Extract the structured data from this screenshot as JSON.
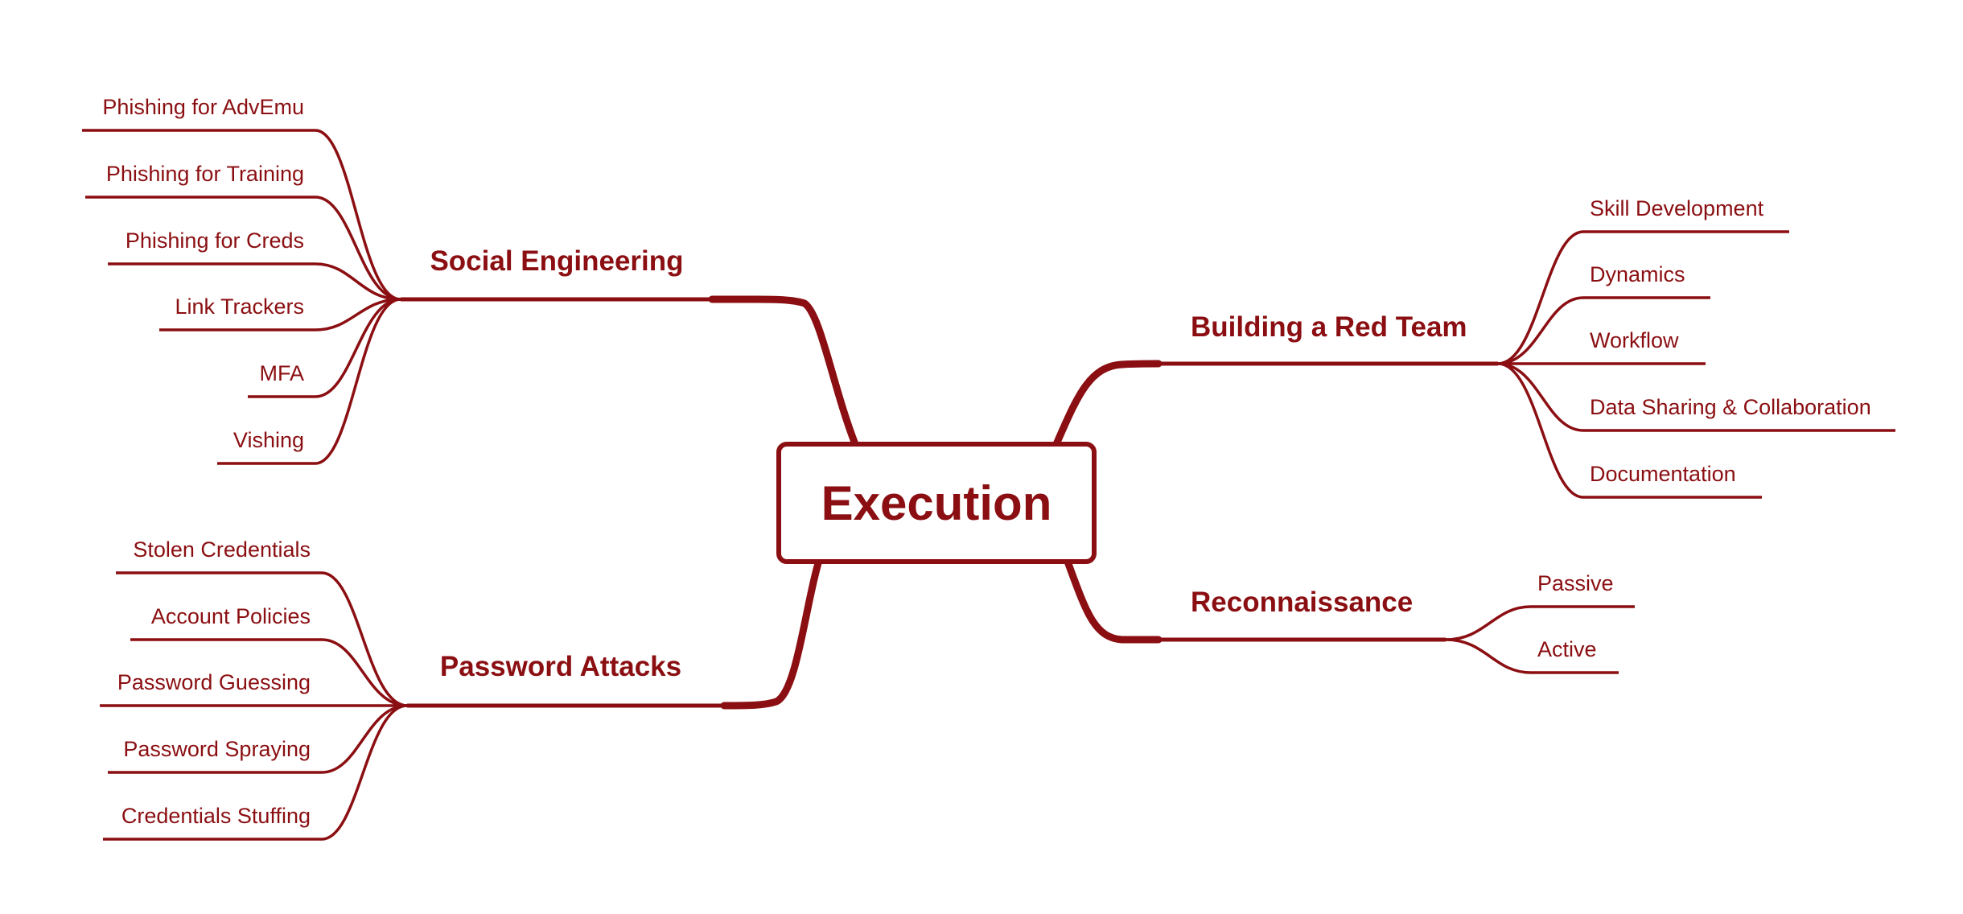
{
  "colors": {
    "accent": "#8b0f12",
    "background": "#ffffff"
  },
  "central": {
    "label": "Execution"
  },
  "branches": {
    "social_engineering": {
      "label": "Social Engineering",
      "children": [
        "Phishing for AdvEmu",
        "Phishing for Training",
        "Phishing for Creds",
        "Link Trackers",
        "MFA",
        "Vishing"
      ]
    },
    "password_attacks": {
      "label": "Password Attacks",
      "children": [
        "Stolen Credentials",
        "Account Policies",
        "Password Guessing",
        "Password Spraying",
        "Credentials Stuffing"
      ]
    },
    "building_red_team": {
      "label": "Building a Red Team",
      "children": [
        "Skill Development",
        "Dynamics",
        "Workflow",
        "Data Sharing & Collaboration",
        "Documentation"
      ]
    },
    "reconnaissance": {
      "label": "Reconnaissance",
      "children": [
        "Passive",
        "Active"
      ]
    }
  }
}
